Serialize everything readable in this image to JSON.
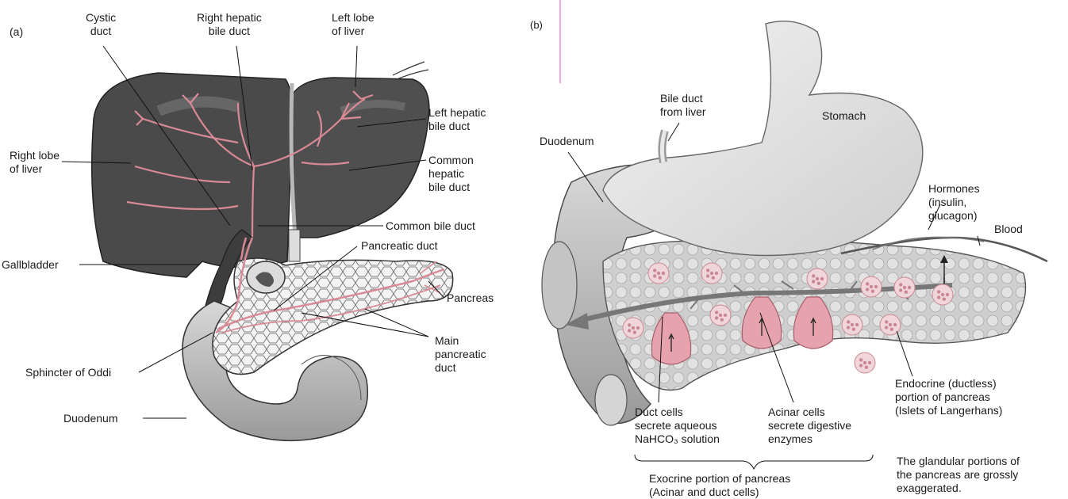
{
  "panel_a": {
    "tag": "(a)",
    "labels": {
      "cystic_duct": "Cystic\nduct",
      "right_hepatic": "Right hepatic\nbile duct",
      "left_lobe": "Left lobe\nof liver",
      "left_hepatic": "Left hepatic\nbile duct",
      "common_hepatic": "Common\nhepatic\nbile duct",
      "right_lobe": "Right lobe\nof liver",
      "common_bile": "Common bile duct",
      "pancreatic_duct": "Pancreatic duct",
      "gallbladder": "Gallbladder",
      "pancreas": "Pancreas",
      "main_pancreatic": "Main\npancreatic\nduct",
      "sphincter": "Sphincter of Oddi",
      "duodenum": "Duodenum"
    }
  },
  "panel_b": {
    "tag": "(b)",
    "labels": {
      "bile_duct": "Bile duct\nfrom liver",
      "stomach": "Stomach",
      "duodenum": "Duodenum",
      "hormones": "Hormones\n(insulin,\nglucagon)",
      "blood": "Blood",
      "endocrine": "Endocrine (ductless)\nportion of pancreas\n(Islets of Langerhans)",
      "duct_cells": "Duct cells\nsecrete aqueous\nNaHCO₃ solution",
      "acinar_cells": "Acinar cells\nsecrete digestive\nenzymes",
      "exocrine": "Exocrine portion of pancreas\n(Acinar and duct cells)",
      "note": "The glandular portions of\nthe pancreas are grossly\nexaggerated."
    }
  },
  "colors": {
    "liver": "#4a4a4a",
    "liver_dark": "#2e2e2e",
    "duct": "#d98a95",
    "duodenum": "#bdbdbd",
    "stomach": "#e4e4e4",
    "acinar": "#e6a3ad",
    "divider": "#e58fe0"
  }
}
